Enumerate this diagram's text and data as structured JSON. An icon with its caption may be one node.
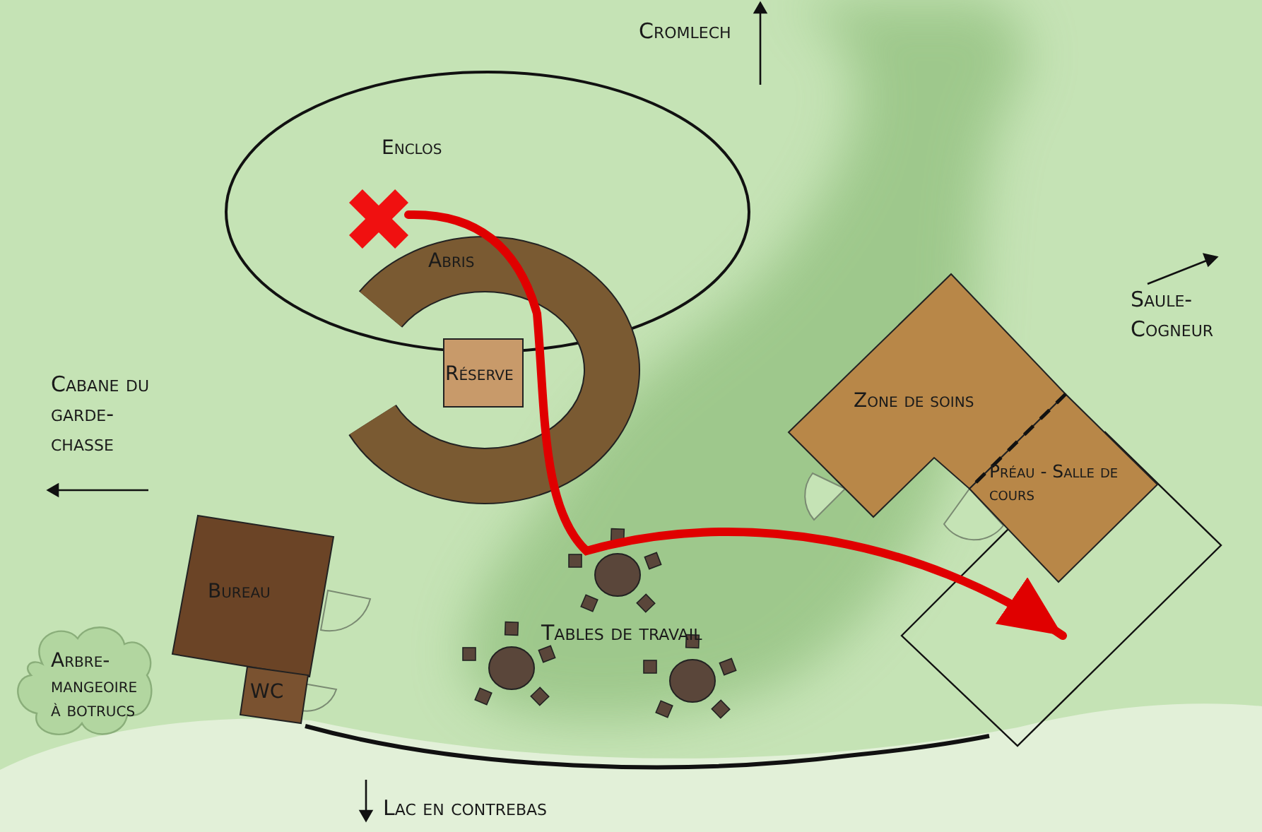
{
  "diagram": {
    "nodes": [
      {
        "text": [
          "Enclos"
        ]
      },
      {
        "text": [
          "Abris"
        ]
      },
      {
        "text": [
          "Réserve"
        ],
        "in": 1
      },
      {
        "text": [
          "Zone de soins"
        ]
      },
      {
        "text": [
          "Préau - Salle de cours"
        ]
      },
      {
        "text": [
          "Bureau"
        ]
      },
      {
        "text": [
          "WC"
        ]
      },
      {
        "text": [
          "Arbre-mangeoire à botrucs"
        ]
      },
      {
        "text": [],
        "shape": "cross",
        "in": 0
      },
      {
        "text": [],
        "shape": "box"
      }
    ],
    "edges": [
      {
        "from": 8,
        "to": 9,
        "arrow": "to",
        "color": "#e00000"
      }
    ],
    "labels": [
      "Cromlech",
      "Saule-Cogneur",
      "Cabane du garde-chasse",
      "Tables de travail",
      "Lac en contrebas"
    ]
  }
}
